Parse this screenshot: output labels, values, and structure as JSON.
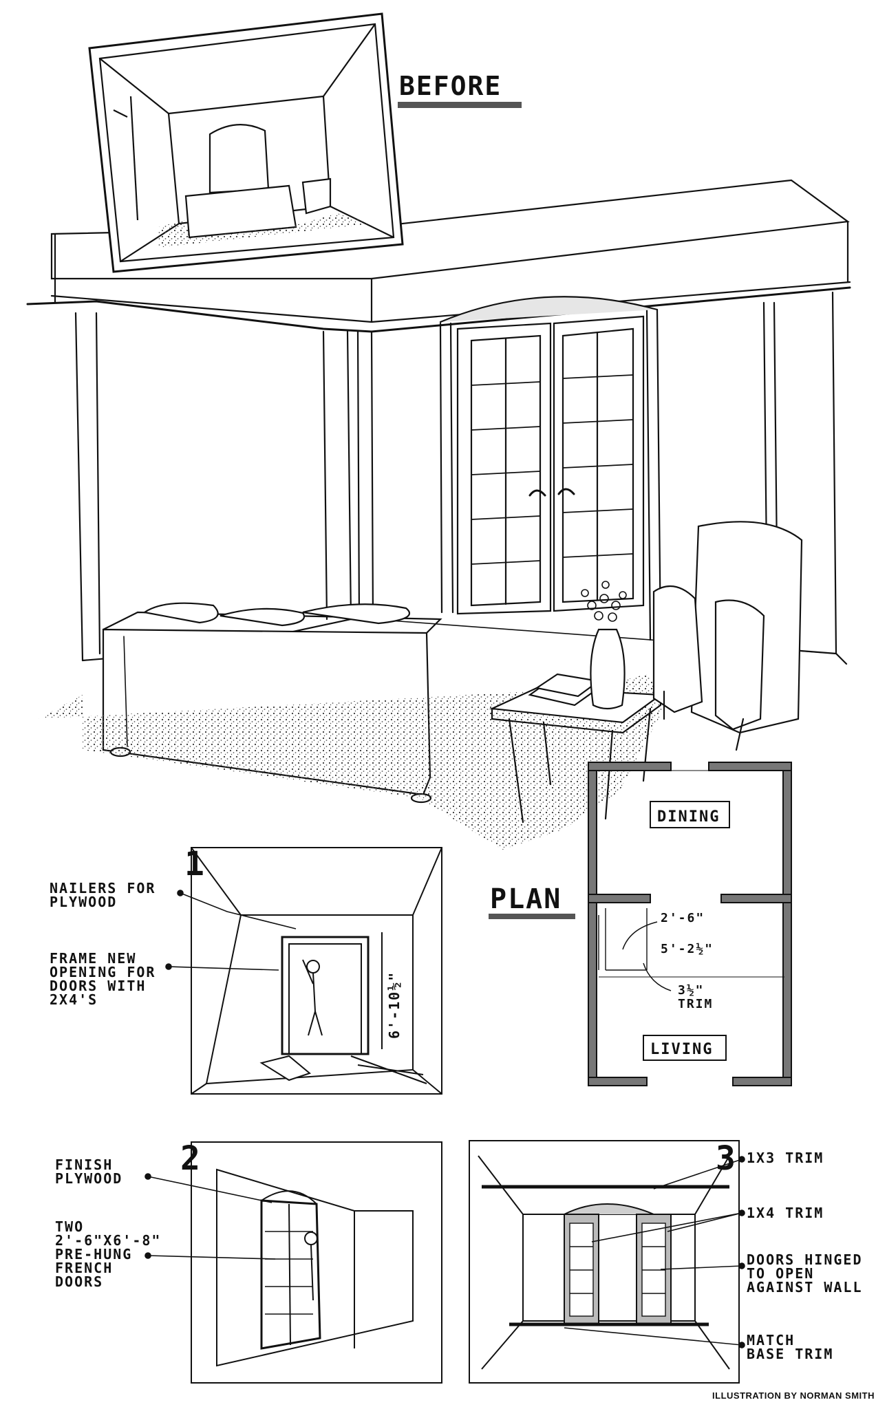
{
  "labels": {
    "before": "BEFORE",
    "plan": "PLAN",
    "dining": "DINING",
    "living": "LIVING",
    "dim_opening": "2'-6\"",
    "dim_width": "5'-2½\"",
    "dim_trim": "3½\"",
    "dim_trim_word": "TRIM",
    "dim_height": "6'-10½\"",
    "step1": "1",
    "step2": "2",
    "step3": "3",
    "step1_note_a": [
      "NAILERS FOR",
      "PLYWOOD"
    ],
    "step1_note_b": [
      "FRAME NEW",
      "OPENING FOR",
      "DOORS WITH",
      "2X4'S"
    ],
    "step2_note_a": [
      "FINISH",
      "PLYWOOD"
    ],
    "step2_note_b": [
      "TWO",
      "2'-6\"X6'-8\"",
      "PRE-HUNG",
      "FRENCH",
      "DOORS"
    ],
    "step3_note_a": [
      "1X3 TRIM"
    ],
    "step3_note_b": [
      "1X4 TRIM"
    ],
    "step3_note_c": [
      "DOORS HINGED",
      "TO OPEN",
      "AGAINST WALL"
    ],
    "step3_note_d": [
      "MATCH",
      "BASE TRIM"
    ],
    "credit": "ILLUSTRATION BY NORMAN SMITH"
  }
}
